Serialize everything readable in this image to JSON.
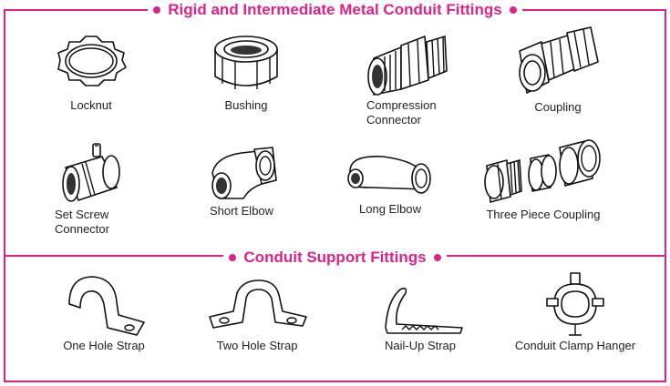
{
  "sections": {
    "rigid": {
      "title": "Rigid and Intermediate Metal Conduit Fittings",
      "items": [
        {
          "label": "Locknut",
          "icon": "locknut-icon"
        },
        {
          "label": "Bushing",
          "icon": "bushing-icon"
        },
        {
          "label": "Compression\nConnector",
          "icon": "compression-connector-icon"
        },
        {
          "label": "Coupling",
          "icon": "coupling-icon"
        },
        {
          "label": "Set Screw\nConnector",
          "icon": "set-screw-connector-icon"
        },
        {
          "label": "Short Elbow",
          "icon": "short-elbow-icon"
        },
        {
          "label": "Long Elbow",
          "icon": "long-elbow-icon"
        },
        {
          "label": "Three Piece Coupling",
          "icon": "three-piece-coupling-icon"
        }
      ]
    },
    "support": {
      "title": "Conduit Support Fittings",
      "items": [
        {
          "label": "One Hole Strap",
          "icon": "one-hole-strap-icon"
        },
        {
          "label": "Two Hole Strap",
          "icon": "two-hole-strap-icon"
        },
        {
          "label": "Nail-Up Strap",
          "icon": "nail-up-strap-icon"
        },
        {
          "label": "Conduit Clamp Hanger",
          "icon": "conduit-clamp-hanger-icon"
        }
      ]
    }
  },
  "colors": {
    "accent": "#e0218a",
    "ink": "#111111"
  }
}
